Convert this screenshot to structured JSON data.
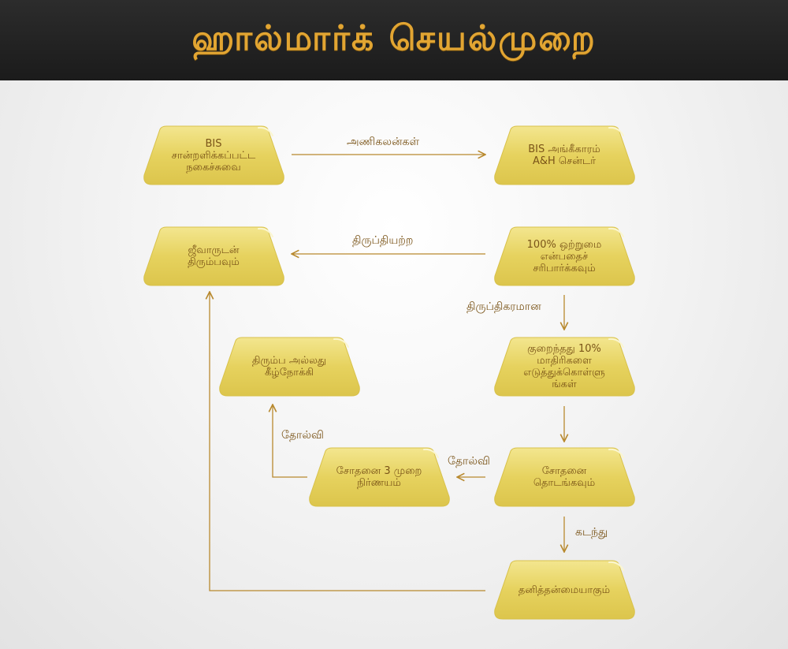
{
  "title": "ஹால்மார்க் செயல்முறை",
  "colors": {
    "bar": "#e5d160",
    "bar_light": "#f6ec9e",
    "bar_shade": "#cdb73e",
    "text": "#7a5418",
    "arrow": "#b8892e",
    "title": "#e2a532"
  },
  "nodes": {
    "jewellery": "BIS\nசான்றளிக்கப்பட்ட\nநகைச்சுவை",
    "ah_centre": "BIS  அங்கீகாரம்\nA&H  சென்டர்",
    "return_jeweller": "ஜீவாருடன்\nதிரும்பவும்",
    "check_uniformity": "100% ஒற்றுமை\nஎன்பதைச்\nசரிபார்க்கவும்",
    "sampling": "குறைந்தது 10%\nமாதிரிகளை\nஎடுத்துக்கொள்ளு\nங்கள்",
    "start_testing": "சோதனை\nதொடங்கவும்",
    "retest": "சோதனை 3 முறை\nநிர்ணயம்",
    "return_or_melt": "திரும்ப அல்லது\nகீழ்நோக்கி",
    "hallmarking": "தனித்தன்மையாகும்"
  },
  "edges": {
    "jewellery_to_centre": "அணிகலன்கள்",
    "unsatisfactory": "திருப்தியற்ற",
    "satisfactory": "திருப்திகரமான",
    "fail_1": "தோல்வி",
    "fail_2": "தோல்வி",
    "pass": "கடந்து"
  }
}
